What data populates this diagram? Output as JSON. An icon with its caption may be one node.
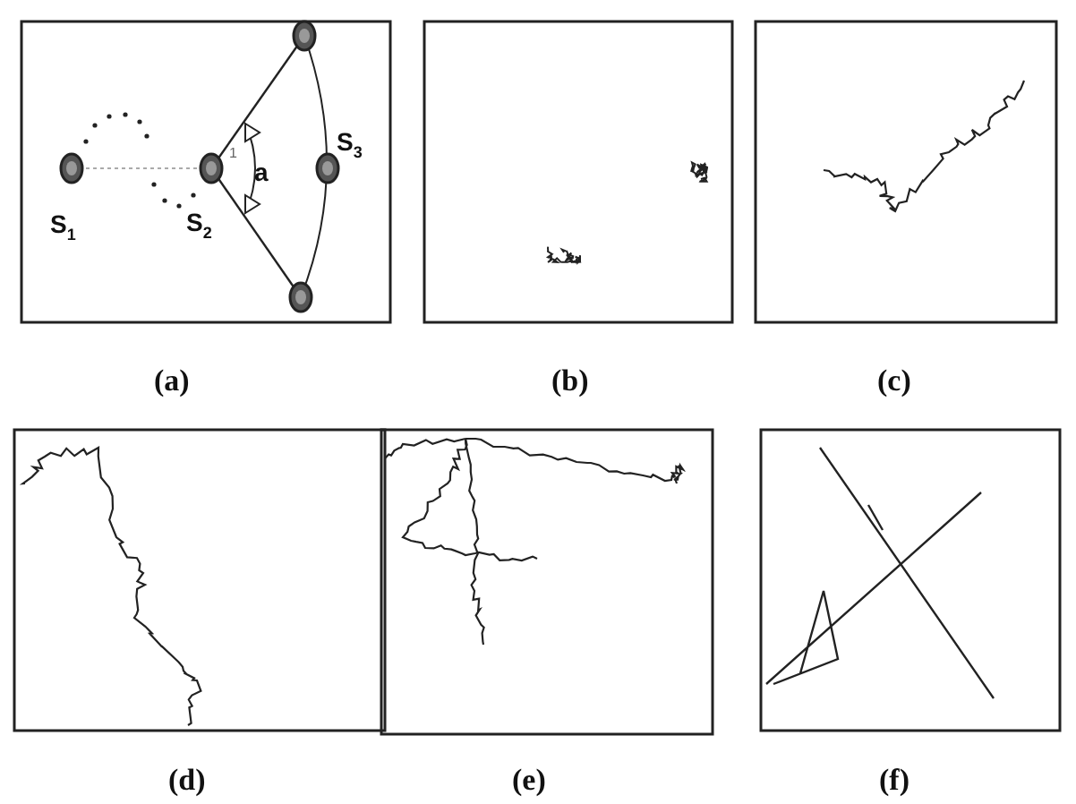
{
  "diagram": {
    "labels": [
      "S$_{3}$",
      "1",
      "a",
      "S$_{1}$",
      "S$_{2}$",
      "(a)",
      "(b)",
      "(c)",
      "(d)",
      "(e)",
      "(f)"
    ]
  }
}
